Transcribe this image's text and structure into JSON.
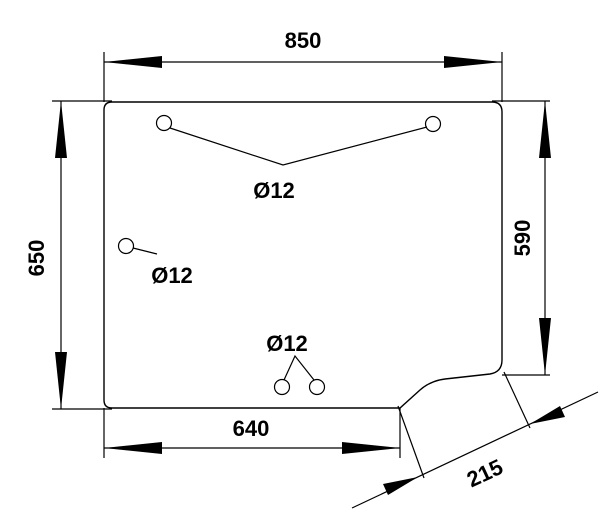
{
  "dimensions": {
    "width_top": "850",
    "height_left": "650",
    "height_right": "590",
    "width_bottom": "640",
    "diagonal": "215"
  },
  "holes": {
    "top_pair_label": "Ø12",
    "left_label": "Ø12",
    "bottom_pair_label": "Ø12"
  },
  "colors": {
    "line": "#000000",
    "background": "#ffffff"
  }
}
